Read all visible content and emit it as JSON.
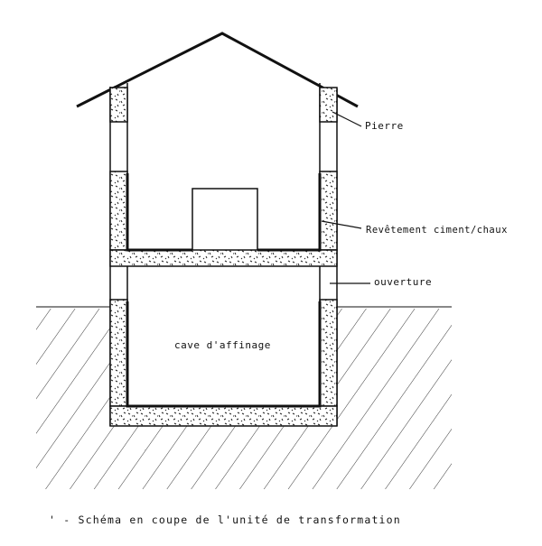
{
  "labels": {
    "pierre": "Pierre",
    "revetement": "Revêtement ciment/chaux",
    "ouverture": "ouverture",
    "cave": "cave d'affinage"
  },
  "caption": "' - Schéma en coupe de l'unité de transformation",
  "colors": {
    "ink": "#111111",
    "background": "#ffffff"
  }
}
